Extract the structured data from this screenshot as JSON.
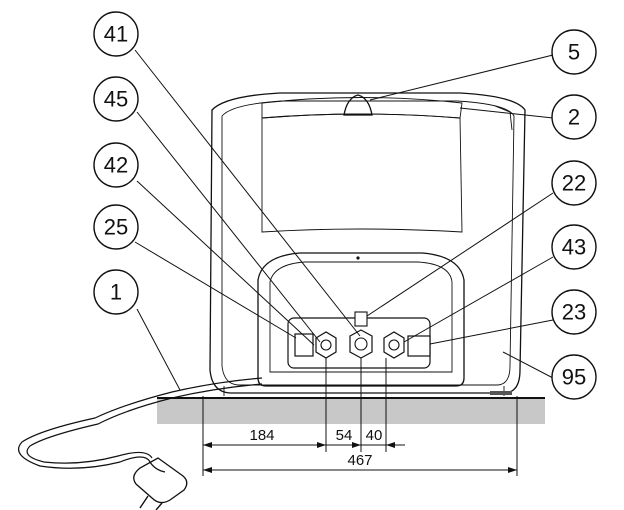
{
  "callouts": {
    "c41": "41",
    "c45": "45",
    "c42": "42",
    "c25": "25",
    "c1": "1",
    "c5": "5",
    "c2": "2",
    "c22": "22",
    "c43": "43",
    "c23": "23",
    "c95": "95"
  },
  "dimensions": {
    "d184": "184",
    "d54": "54",
    "d40": "40",
    "d467": "467"
  }
}
